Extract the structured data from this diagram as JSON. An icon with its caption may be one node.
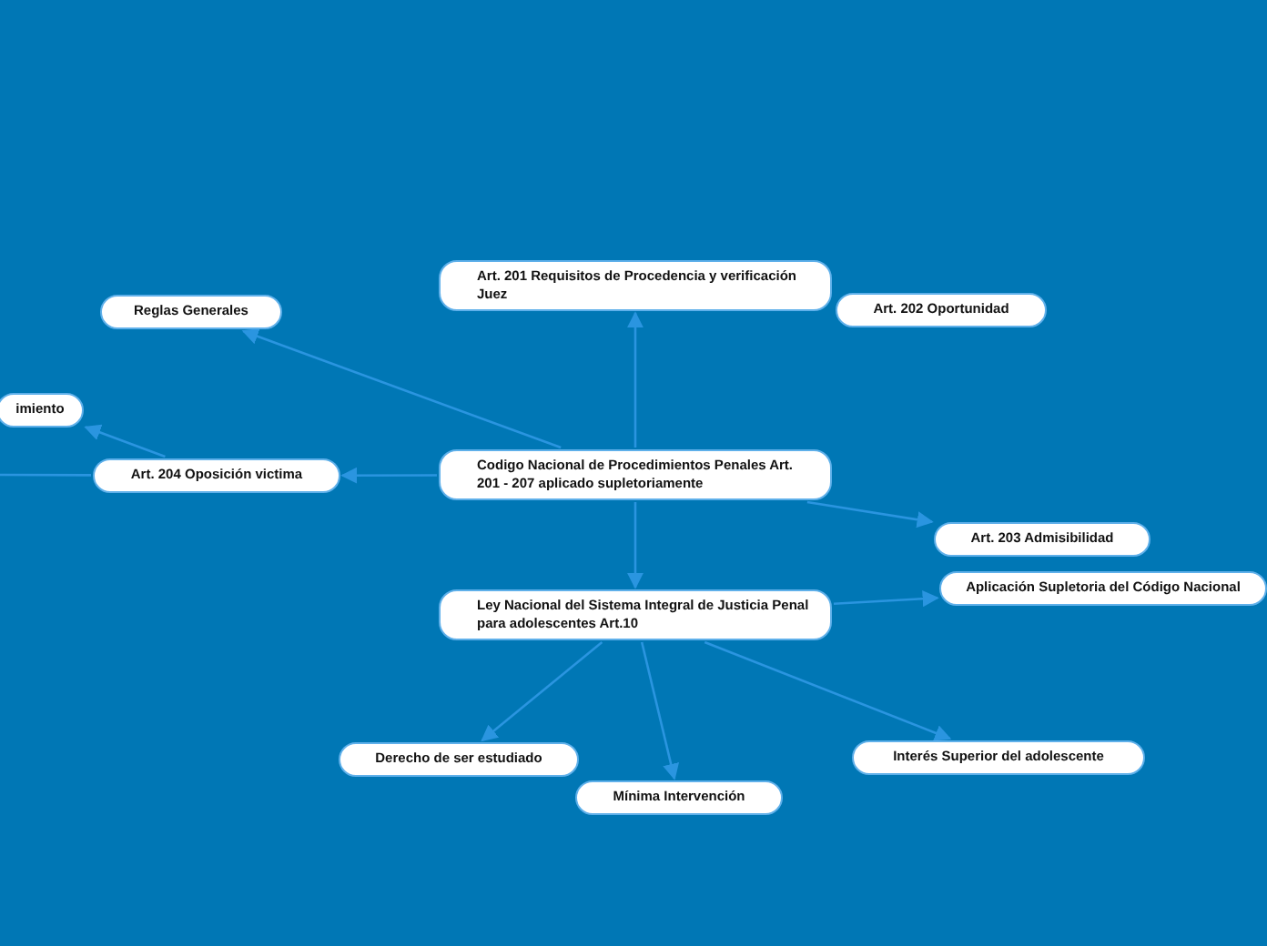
{
  "diagram": {
    "nodes": [
      {
        "text": [
          "Codigo Nacional de Procedimientos Penales Art. 201 - 207 aplicado supletoriamente"
        ]
      },
      {
        "text": [
          "Art. 201 Requisitos de Procedencia y verificación Juez"
        ]
      },
      {
        "text": [
          "Art. 202 Oportunidad"
        ]
      },
      {
        "text": [
          "Reglas Generales"
        ]
      },
      {
        "text": [
          "imiento"
        ]
      },
      {
        "text": [
          "Art. 204 Oposición victima"
        ]
      },
      {
        "text": [
          "Art. 203 Admisibilidad"
        ]
      },
      {
        "text": [
          "Ley Nacional del Sistema Integral de Justicia Penal para adolescentes Art.10"
        ]
      },
      {
        "text": [
          "Aplicación Supletoria del Código Nacional"
        ]
      },
      {
        "text": [
          "Derecho de ser estudiado"
        ]
      },
      {
        "text": [
          "Mínima Intervención"
        ]
      },
      {
        "text": [
          "Interés Superior del adolescente"
        ]
      }
    ],
    "edges": [
      {
        "from": 0,
        "to": 1,
        "arrow": "to"
      },
      {
        "from": 0,
        "to": 3,
        "arrow": "to"
      },
      {
        "from": 0,
        "to": 5,
        "arrow": "to"
      },
      {
        "from": 5,
        "to": 4,
        "arrow": "to"
      },
      {
        "from": 5,
        "to": null,
        "arrow": "none"
      },
      {
        "from": 0,
        "to": 6,
        "arrow": "to"
      },
      {
        "from": 0,
        "to": 7,
        "arrow": "to"
      },
      {
        "from": 7,
        "to": 8,
        "arrow": "to"
      },
      {
        "from": 7,
        "to": 9,
        "arrow": "to"
      },
      {
        "from": 7,
        "to": 10,
        "arrow": "to"
      },
      {
        "from": 7,
        "to": 11,
        "arrow": "to"
      }
    ]
  }
}
